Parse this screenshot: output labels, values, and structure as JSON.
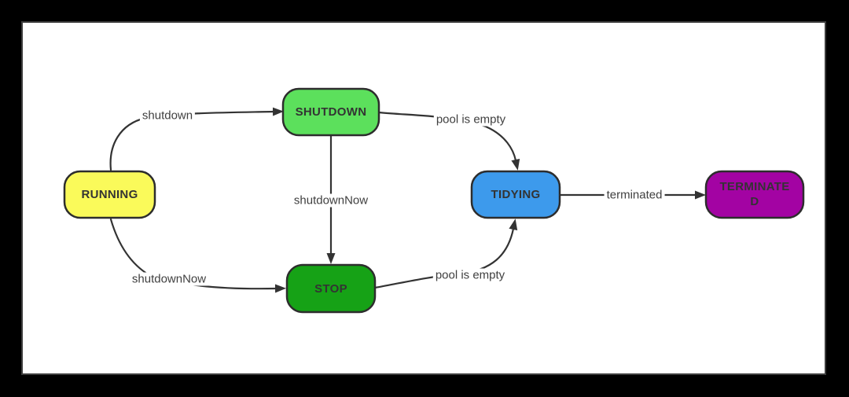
{
  "window": {
    "background": "#000000"
  },
  "canvas": {
    "background": "#FFFFFF",
    "border_color": "#3D3D3D"
  },
  "diagram": {
    "type": "state-diagram",
    "stroke_color": "#333333",
    "node_border_color": "#2D2D2D",
    "node_label_color": "#333333",
    "edge_label_color": "#3F3F3F",
    "nodes": [
      {
        "id": "RUNNING",
        "label": "RUNNING",
        "fill": "#FAFA5A"
      },
      {
        "id": "SHUTDOWN",
        "label": "SHUTDOWN",
        "fill": "#5CE05C"
      },
      {
        "id": "STOP",
        "label": "STOP",
        "fill": "#16A216"
      },
      {
        "id": "TIDYING",
        "label": "TIDYING",
        "fill": "#3D9AEC"
      },
      {
        "id": "TERMINATED",
        "label": "TERMINATED",
        "fill": "#A303A3"
      }
    ],
    "edges": [
      {
        "from": "RUNNING",
        "to": "SHUTDOWN",
        "label": "shutdown"
      },
      {
        "from": "RUNNING",
        "to": "STOP",
        "label": "shutdownNow"
      },
      {
        "from": "SHUTDOWN",
        "to": "STOP",
        "label": "shutdownNow"
      },
      {
        "from": "SHUTDOWN",
        "to": "TIDYING",
        "label": "pool is empty"
      },
      {
        "from": "STOP",
        "to": "TIDYING",
        "label": "pool is empty"
      },
      {
        "from": "TIDYING",
        "to": "TERMINATED",
        "label": "terminated"
      }
    ]
  }
}
